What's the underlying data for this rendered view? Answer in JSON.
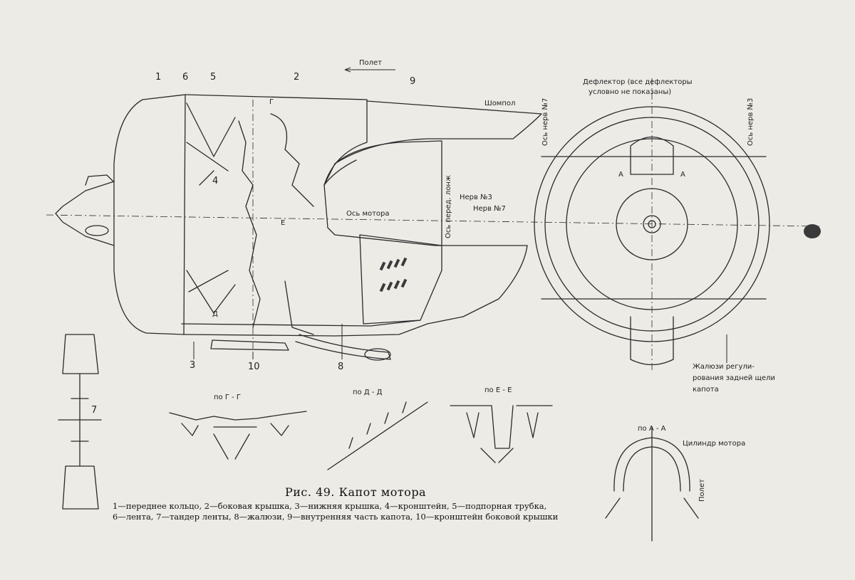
{
  "caption": {
    "title": "Рис. 49. Капот мотора",
    "legend_line1": "1—переднее кольцо, 2—боковая крышка, 3—нижняя крышка, 4—кронштейн, 5—подпорная трубка,",
    "legend_line2": "6—лента, 7—тандер ленты, 8—жалюзи, 9—внутренняя часть капота, 10—кронштейн боковой крышки"
  },
  "labels": {
    "flight_top": "Полет",
    "shompol": "Шомпол",
    "deflector_1": "Дефлектор (все дефлекторы",
    "deflector_2": "условно не показаны)",
    "engine_axis": "Ось мотора",
    "rib3": "Нерв №3",
    "rib7": "Нерв №7",
    "axis_front_spar": "Ось перед. лонж",
    "axis_rib7": "Ось нерв №7",
    "axis_rib3": "Ось нерв №3",
    "louvers_1": "Жалюзи регули-",
    "louvers_2": "рования задней щели",
    "louvers_3": "капота",
    "cylinder": "Цилиндр мотора",
    "flight_bottom": "Полет",
    "mark_A1": "А",
    "mark_A2": "А",
    "mark_G": "Г",
    "mark_D": "Д",
    "mark_E": "Е"
  },
  "sections": {
    "gg": "по Г - Г",
    "dd": "по Д - Д",
    "ee": "по Е - Е",
    "aa": "по А - А"
  },
  "numbers": [
    "1",
    "6",
    "5",
    "2",
    "9",
    "4",
    "3",
    "10",
    "8",
    "7"
  ]
}
